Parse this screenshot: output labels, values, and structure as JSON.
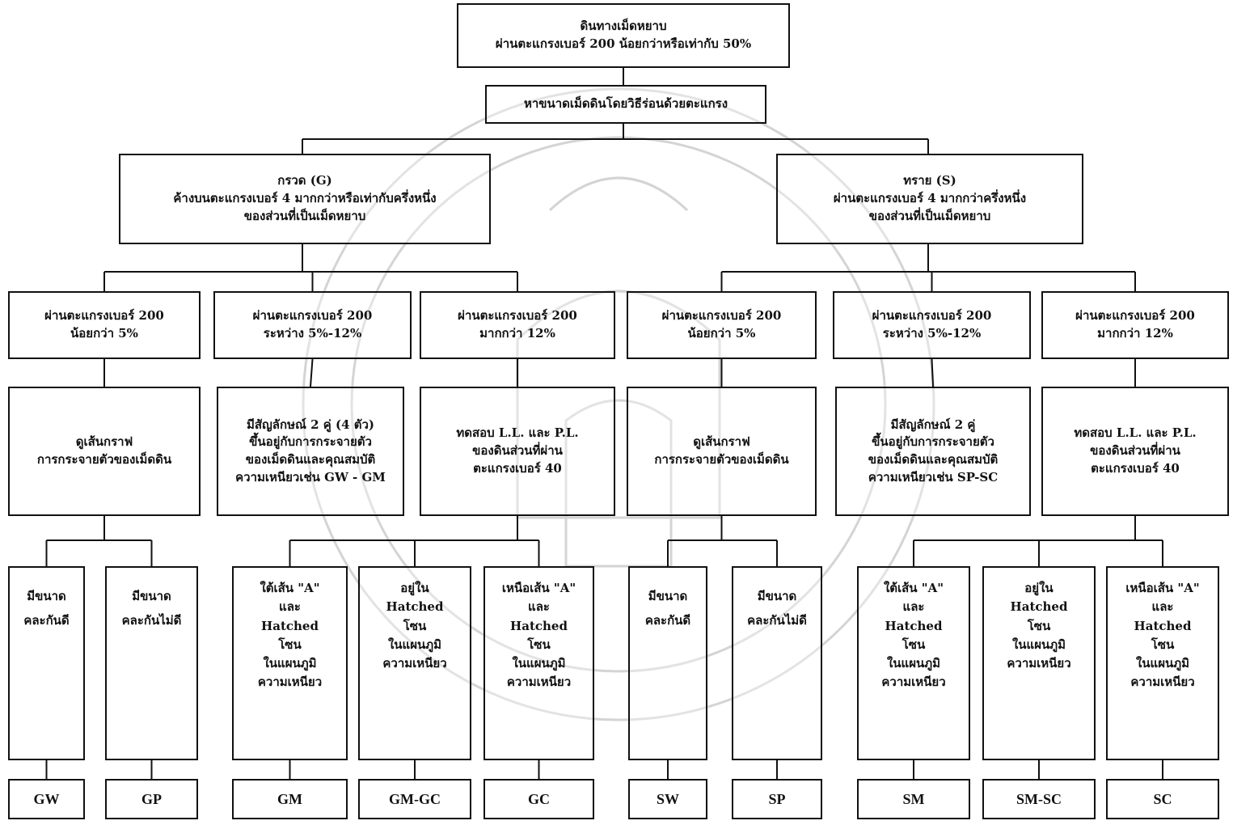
{
  "root": {
    "line1": "ดินทางเม็ดหยาบ",
    "line2": "ผ่านตะแกรงเบอร์ 200 น้อยกว่าหรือเท่ากับ 50%"
  },
  "step2": "หาขนาดเม็ดดินโดยวิธีร่อนด้วยตะแกรง",
  "gravel": {
    "line1": "กรวด (G)",
    "line2": "ค้างบนตะแกรงเบอร์ 4 มากกว่าหรือเท่ากับครึ่งหนึ่ง",
    "line3": "ของส่วนที่เป็นเม็ดหยาบ"
  },
  "sand": {
    "line1": "ทราย (S)",
    "line2": "ผ่านตะแกรงเบอร์ 4 มากกว่าครึ่งหนึ่ง",
    "line3": "ของส่วนที่เป็นเม็ดหยาบ"
  },
  "fines": [
    {
      "line1": "ผ่านตะแกรงเบอร์ 200",
      "line2": "น้อยกว่า 5%"
    },
    {
      "line1": "ผ่านตะแกรงเบอร์ 200",
      "line2": "ระหว่าง 5%-12%"
    },
    {
      "line1": "ผ่านตะแกรงเบอร์ 200",
      "line2": "มากกว่า 12%"
    },
    {
      "line1": "ผ่านตะแกรงเบอร์ 200",
      "line2": "น้อยกว่า 5%"
    },
    {
      "line1": "ผ่านตะแกรงเบอร์ 200",
      "line2": "ระหว่าง 5%-12%"
    },
    {
      "line1": "ผ่านตะแกรงเบอร์ 200",
      "line2": "มากกว่า 12%"
    }
  ],
  "tests": [
    {
      "lines": [
        "ดูเส้นกราฟ",
        "การกระจายตัวของเม็ดดิน"
      ]
    },
    {
      "lines": [
        "มีสัญลักษณ์ 2 คู่ (4 ตัว)",
        "ขึ้นอยู่กับการกระจายตัว",
        "ของเม็ดดินและคุณสมบัติ",
        "ความเหนียวเช่น GW - GM"
      ]
    },
    {
      "lines": [
        "ทดสอบ L.L. และ P.L.",
        "ของดินส่วนที่ผ่าน",
        "ตะแกรงเบอร์ 40"
      ]
    },
    {
      "lines": [
        "ดูเส้นกราฟ",
        "การกระจายตัวของเม็ดดิน"
      ]
    },
    {
      "lines": [
        "มีสัญลักษณ์ 2 คู่",
        "ขึ้นอยู่กับการกระจายตัว",
        "ของเม็ดดินและคุณสมบัติ",
        "ความเหนียวเช่น SP-SC"
      ]
    },
    {
      "lines": [
        "ทดสอบ L.L. และ P.L.",
        "ของดินส่วนที่ผ่าน",
        "ตะแกรงเบอร์ 40"
      ]
    }
  ],
  "criteria": [
    {
      "lines": [
        "มีขนาด",
        "คละกันดี"
      ]
    },
    {
      "lines": [
        "มีขนาด",
        "คละกันไม่ดี"
      ]
    },
    {
      "lines": [
        "ใต้เส้น \"A\"",
        "และ",
        "Hatched",
        "โซน",
        "ในแผนภูมิ",
        "ความเหนียว"
      ]
    },
    {
      "lines": [
        "อยู่ใน",
        "Hatched",
        "โซน",
        "ในแผนภูมิ",
        "ความเหนียว"
      ]
    },
    {
      "lines": [
        "เหนือเส้น \"A\"",
        "และ",
        "Hatched",
        "โซน",
        "ในแผนภูมิ",
        "ความเหนียว"
      ]
    },
    {
      "lines": [
        "มีขนาด",
        "คละกันดี"
      ]
    },
    {
      "lines": [
        "มีขนาด",
        "คละกันไม่ดี"
      ]
    },
    {
      "lines": [
        "ใต้เส้น \"A\"",
        "และ",
        "Hatched",
        "โซน",
        "ในแผนภูมิ",
        "ความเหนียว"
      ]
    },
    {
      "lines": [
        "อยู่ใน",
        "Hatched",
        "โซน",
        "ในแผนภูมิ",
        "ความเหนียว"
      ]
    },
    {
      "lines": [
        "เหนือเส้น \"A\"",
        "และ",
        "Hatched",
        "โซน",
        "ในแผนภูมิ",
        "ความเหนียว"
      ]
    }
  ],
  "symbols": [
    "GW",
    "GP",
    "GM",
    "GM-GC",
    "GC",
    "SW",
    "SP",
    "SM",
    "SM-SC",
    "SC"
  ],
  "colors": {
    "line": "#111111",
    "watermark": "#d0d0d0"
  }
}
